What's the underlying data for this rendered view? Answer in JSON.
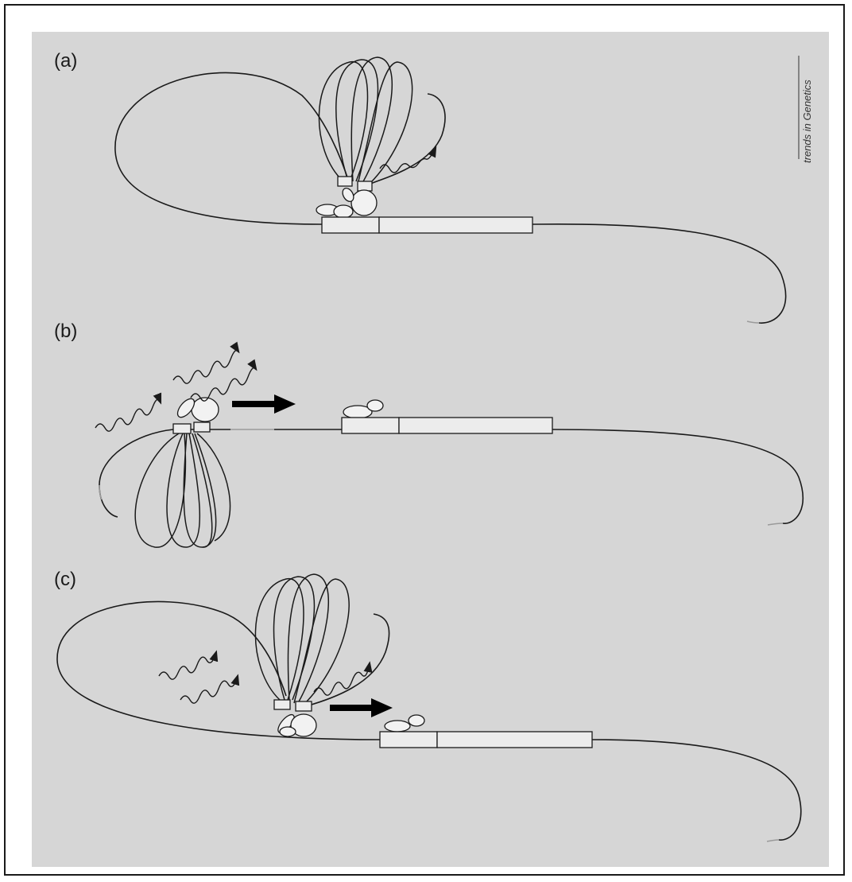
{
  "figure": {
    "panels": [
      {
        "label": "(a)"
      },
      {
        "label": "(b)"
      },
      {
        "label": "(c)"
      }
    ],
    "credit": "trends in Genetics"
  },
  "colors": {
    "background": "#d6d6d6",
    "line": "#1a1a1a",
    "gene_fill": "#ececec"
  }
}
